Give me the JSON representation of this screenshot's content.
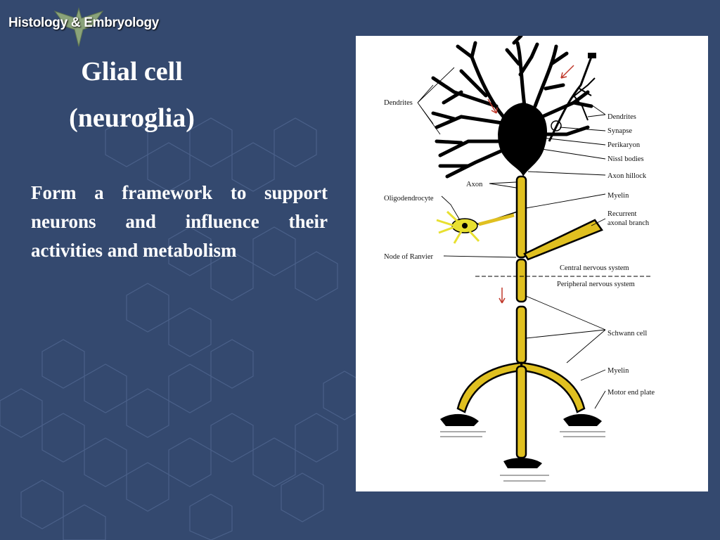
{
  "header": {
    "logo_text": "Histology & Embryology"
  },
  "slide": {
    "title_line1": "Glial cell",
    "title_line2": "(neuroglia)",
    "body": "Form a framework to support neurons and influence their activities and metabolism"
  },
  "figure": {
    "labels": {
      "dendrites_left": "Dendrites",
      "dendrites_right": "Dendrites",
      "synapse": "Synapse",
      "perikaryon": "Perikaryon",
      "nissl_bodies": "Nissl bodies",
      "axon_hillock": "Axon hillock",
      "axon": "Axon",
      "oligodendrocyte": "Oligodendrocyte",
      "myelin_top": "Myelin",
      "recurrent_1": "Recurrent",
      "recurrent_2": "axonal branch",
      "node_of_ranvier": "Node of Ranvier",
      "cns": "Central nervous system",
      "pns": "Peripheral nervous system",
      "schwann_cell": "Schwann cell",
      "myelin_bottom": "Myelin",
      "motor_end_plate": "Motor end plate"
    }
  },
  "colors": {
    "background": "#34496f",
    "myelin": "#e0c020",
    "neuron": "#000000",
    "arrow": "#c0392b"
  }
}
